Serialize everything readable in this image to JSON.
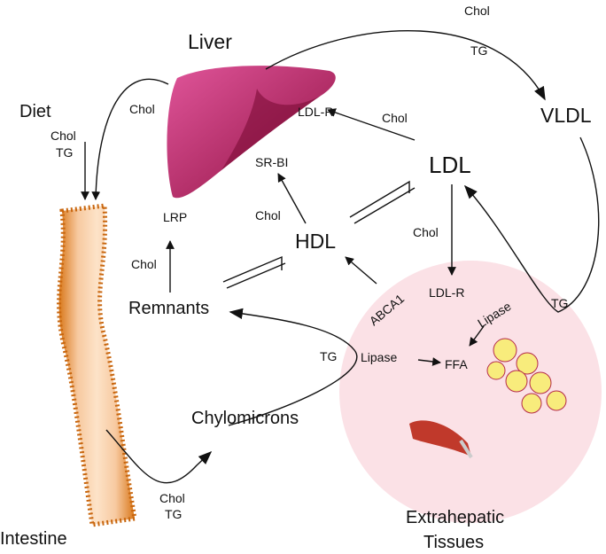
{
  "labels": {
    "liver": "Liver",
    "diet": "Diet",
    "diet_chol": "Chol",
    "diet_tg": "TG",
    "top_chol": "Chol",
    "top_tg": "TG",
    "vldl": "VLDL",
    "liver_chol": "Chol",
    "ldl_r_liver": "LDL-R",
    "ldl_chol": "Chol",
    "sr_bi": "SR-BI",
    "ldl": "LDL",
    "lrp": "LRP",
    "hdl_chol": "Chol",
    "hdl": "HDL",
    "ldl_down_chol": "Chol",
    "remnant_chol": "Chol",
    "ldl_r_tissue": "LDL-R",
    "remnants": "Remnants",
    "abca1": "ABCA1",
    "lipase_right": "Lipase",
    "vldl_tg": "TG",
    "chylo_tg": "TG",
    "lipase_left": "Lipase",
    "ffa": "FFA",
    "chylomicrons": "Chylomicrons",
    "int_chol": "Chol",
    "int_tg": "TG",
    "intestine": "Intestine",
    "tissues_1": "Extrahepatic",
    "tissues_2": "Tissues"
  },
  "colors": {
    "liver": "#c2185b",
    "tissue_circle": "#fbe1e6",
    "intestine": "#e08a1e"
  }
}
